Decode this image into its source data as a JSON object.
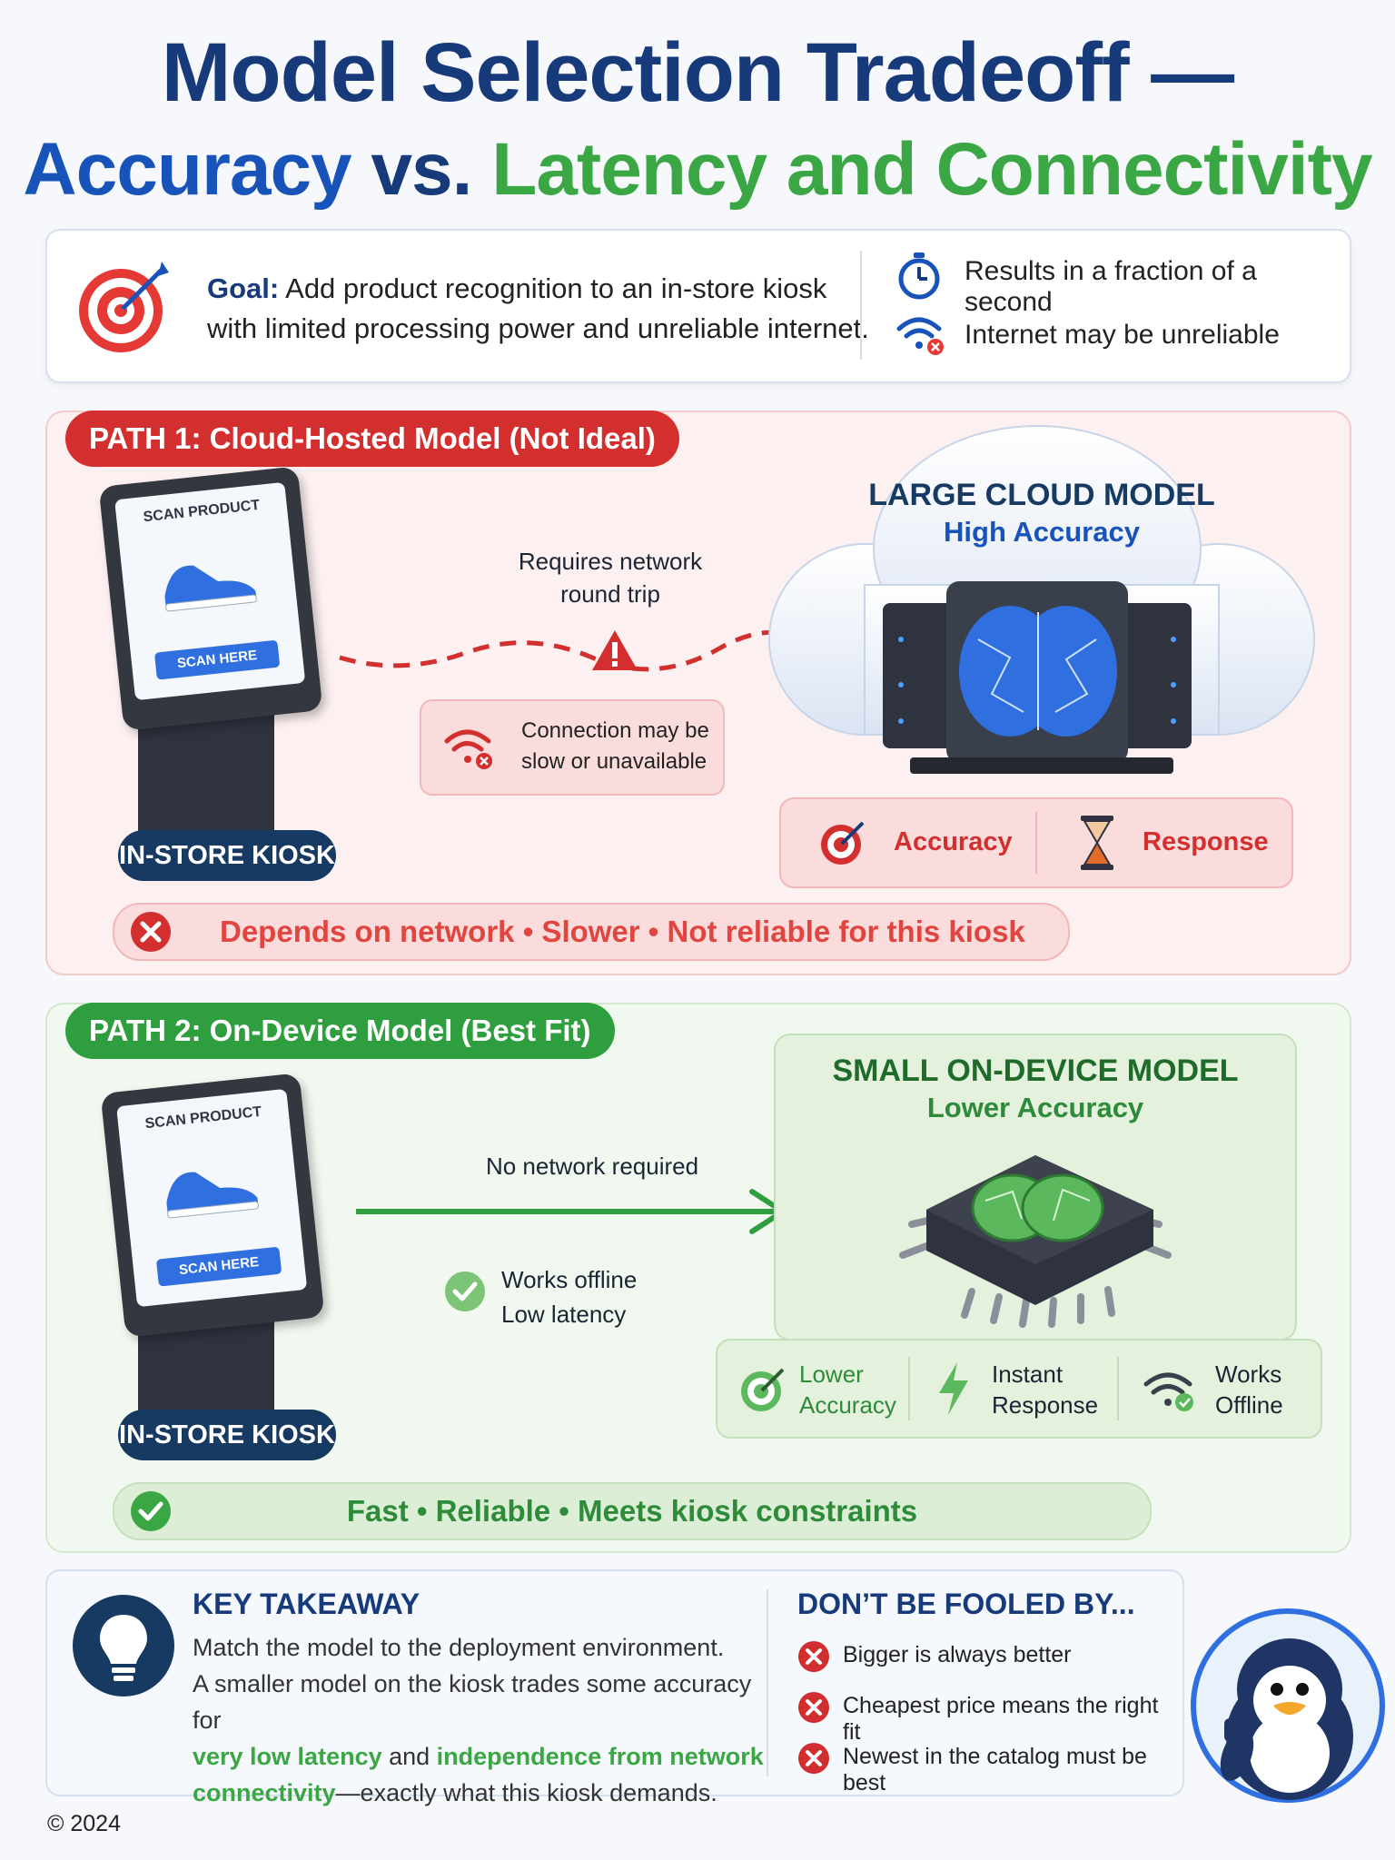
{
  "title": {
    "line1": "Model Selection Tradeoff —",
    "part_a": "Accuracy",
    "part_vs": " vs. ",
    "part_b": "Latency and Connectivity"
  },
  "goal": {
    "label": "Goal:",
    "line1": " Add product recognition to an in-store kiosk",
    "line2": "with limited processing power and unreliable internet.",
    "item1": "Results in a fraction of a second",
    "item2": "Internet may be unreliable"
  },
  "path1": {
    "pill": "PATH 1: Cloud-Hosted Model (Not Ideal)",
    "screen_top": "SCAN PRODUCT",
    "screen_btn": "SCAN HERE",
    "kiosk_tag": "IN-STORE KIOSK",
    "network_label_1": "Requires network",
    "network_label_2": "round trip",
    "callout_1": "Connection may be",
    "callout_2": "slow or unavailable",
    "model_title": "LARGE CLOUD MODEL",
    "model_sub": "High Accuracy",
    "metric_1": "Accuracy",
    "metric_2": "Response",
    "bar": "Depends on network • Slower • Not reliable for this kiosk"
  },
  "path2": {
    "pill": "PATH 2: On-Device Model (Best Fit)",
    "screen_top": "SCAN PRODUCT",
    "screen_btn": "SCAN HERE",
    "kiosk_tag": "IN-STORE KIOSK",
    "arrow_label": "No network required",
    "check_1": "Works offline",
    "check_2": "Low latency",
    "model_title": "SMALL ON-DEVICE MODEL",
    "model_sub": "Lower Accuracy",
    "metric_1a": "Lower",
    "metric_1b": "Accuracy",
    "metric_2a": "Instant",
    "metric_2b": "Response",
    "metric_3a": "Works",
    "metric_3b": "Offline",
    "bar": "Fast • Reliable • Meets kiosk constraints"
  },
  "takeaway": {
    "title": "KEY TAKEAWAY",
    "line1": "Match the model to the deployment environment.",
    "line2": "A smaller model on the kiosk trades some accuracy for",
    "hl1": "very low latency",
    "and": " and ",
    "hl2": "independence from network",
    "hl3": "connectivity",
    "tail": "—exactly what this kiosk demands."
  },
  "fooled": {
    "title": "DON’T BE FOOLED BY...",
    "items": [
      "Bigger is always better",
      "Cheapest price means the right fit",
      "Newest in the catalog must be best"
    ]
  },
  "footer": {
    "copyright": "© 2024"
  },
  "colors": {
    "navy": "#173a7a",
    "blue": "#1753b8",
    "green": "#3aa744",
    "red": "#d32f2f"
  }
}
